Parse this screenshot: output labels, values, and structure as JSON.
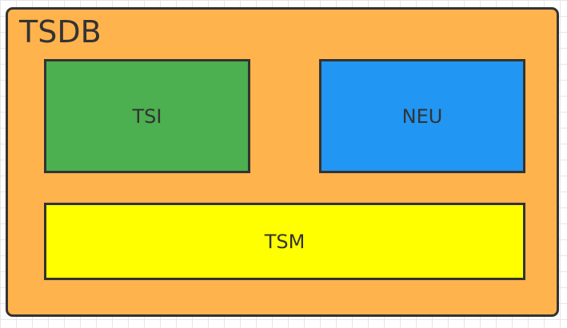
{
  "diagram": {
    "container": {
      "label": "TSDB",
      "color": "#ffb34d"
    },
    "boxes": [
      {
        "id": "tsi",
        "label": "TSI",
        "color": "#4caf50"
      },
      {
        "id": "neu",
        "label": "NEU",
        "color": "#2196f3"
      },
      {
        "id": "tsm",
        "label": "TSM",
        "color": "#ffff00"
      }
    ],
    "border_color": "#333333"
  }
}
